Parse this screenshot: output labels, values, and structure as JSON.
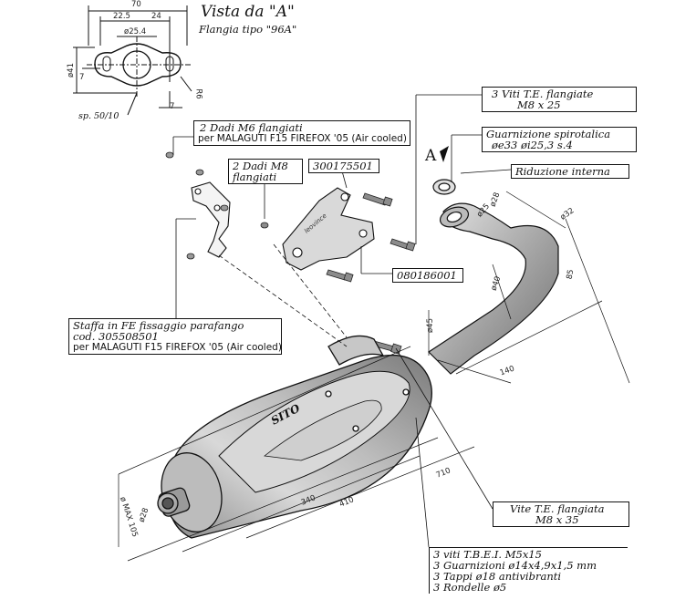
{
  "view": {
    "title": "Vista da \"A\"",
    "subtitle": "Flangia tipo \"96A\"",
    "thickness": "sp. 50/10",
    "arrow_letter": "A"
  },
  "flange_dims": {
    "width": "70",
    "d1": "22.5",
    "d2": "24",
    "bore": "ø25.4",
    "height": "ø41",
    "offset": "7",
    "radius": "R6",
    "bottom": "7"
  },
  "callouts": {
    "viti_flangiate": {
      "line1": "3 Viti T.E. flangiate",
      "line2": "M8 x 25"
    },
    "guarnizione": {
      "line1": "Guarnizione spirotalica",
      "line2": "øe33 øi25,3 s.4"
    },
    "riduzione": {
      "line1": "Riduzione interna"
    },
    "dadi_m6": {
      "line1": "2 Dadi M6 flangiati",
      "line2": "per  MALAGUTI F15 FIREFOX '05 (Air cooled)"
    },
    "dadi_m8": {
      "line1": "2 Dadi M8",
      "line2": "flangiati"
    },
    "code_bracket": "300175501",
    "code_clamp": "080186001",
    "staffa": {
      "line1": "Staffa in FE fissaggio parafango",
      "line2": "cod. 305508501",
      "line3": "per  MALAGUTI F15 FIREFOX '05 (Air cooled)"
    },
    "vite_flangiata": {
      "line1": "Vite T.E. flangiata",
      "line2": "M8 x 35"
    },
    "kit": {
      "line1": "3 viti T.B.E.I. M5x15",
      "line2": "3 Guarnizioni ø14x4,9x1,5 mm",
      "line3": "3 Tappi ø18 antivibranti",
      "line4": "3 Rondelle ø5"
    }
  },
  "pipe_dims": {
    "d28": "ø28",
    "d25": "ø25",
    "d32": "ø32",
    "d40": "ø40",
    "len85": "85",
    "d45": "ø45",
    "len140": "140",
    "len710": "710",
    "len410": "410",
    "len340": "340",
    "tail": "ø28",
    "max": "ø MAX 105"
  },
  "brand": "SITO"
}
